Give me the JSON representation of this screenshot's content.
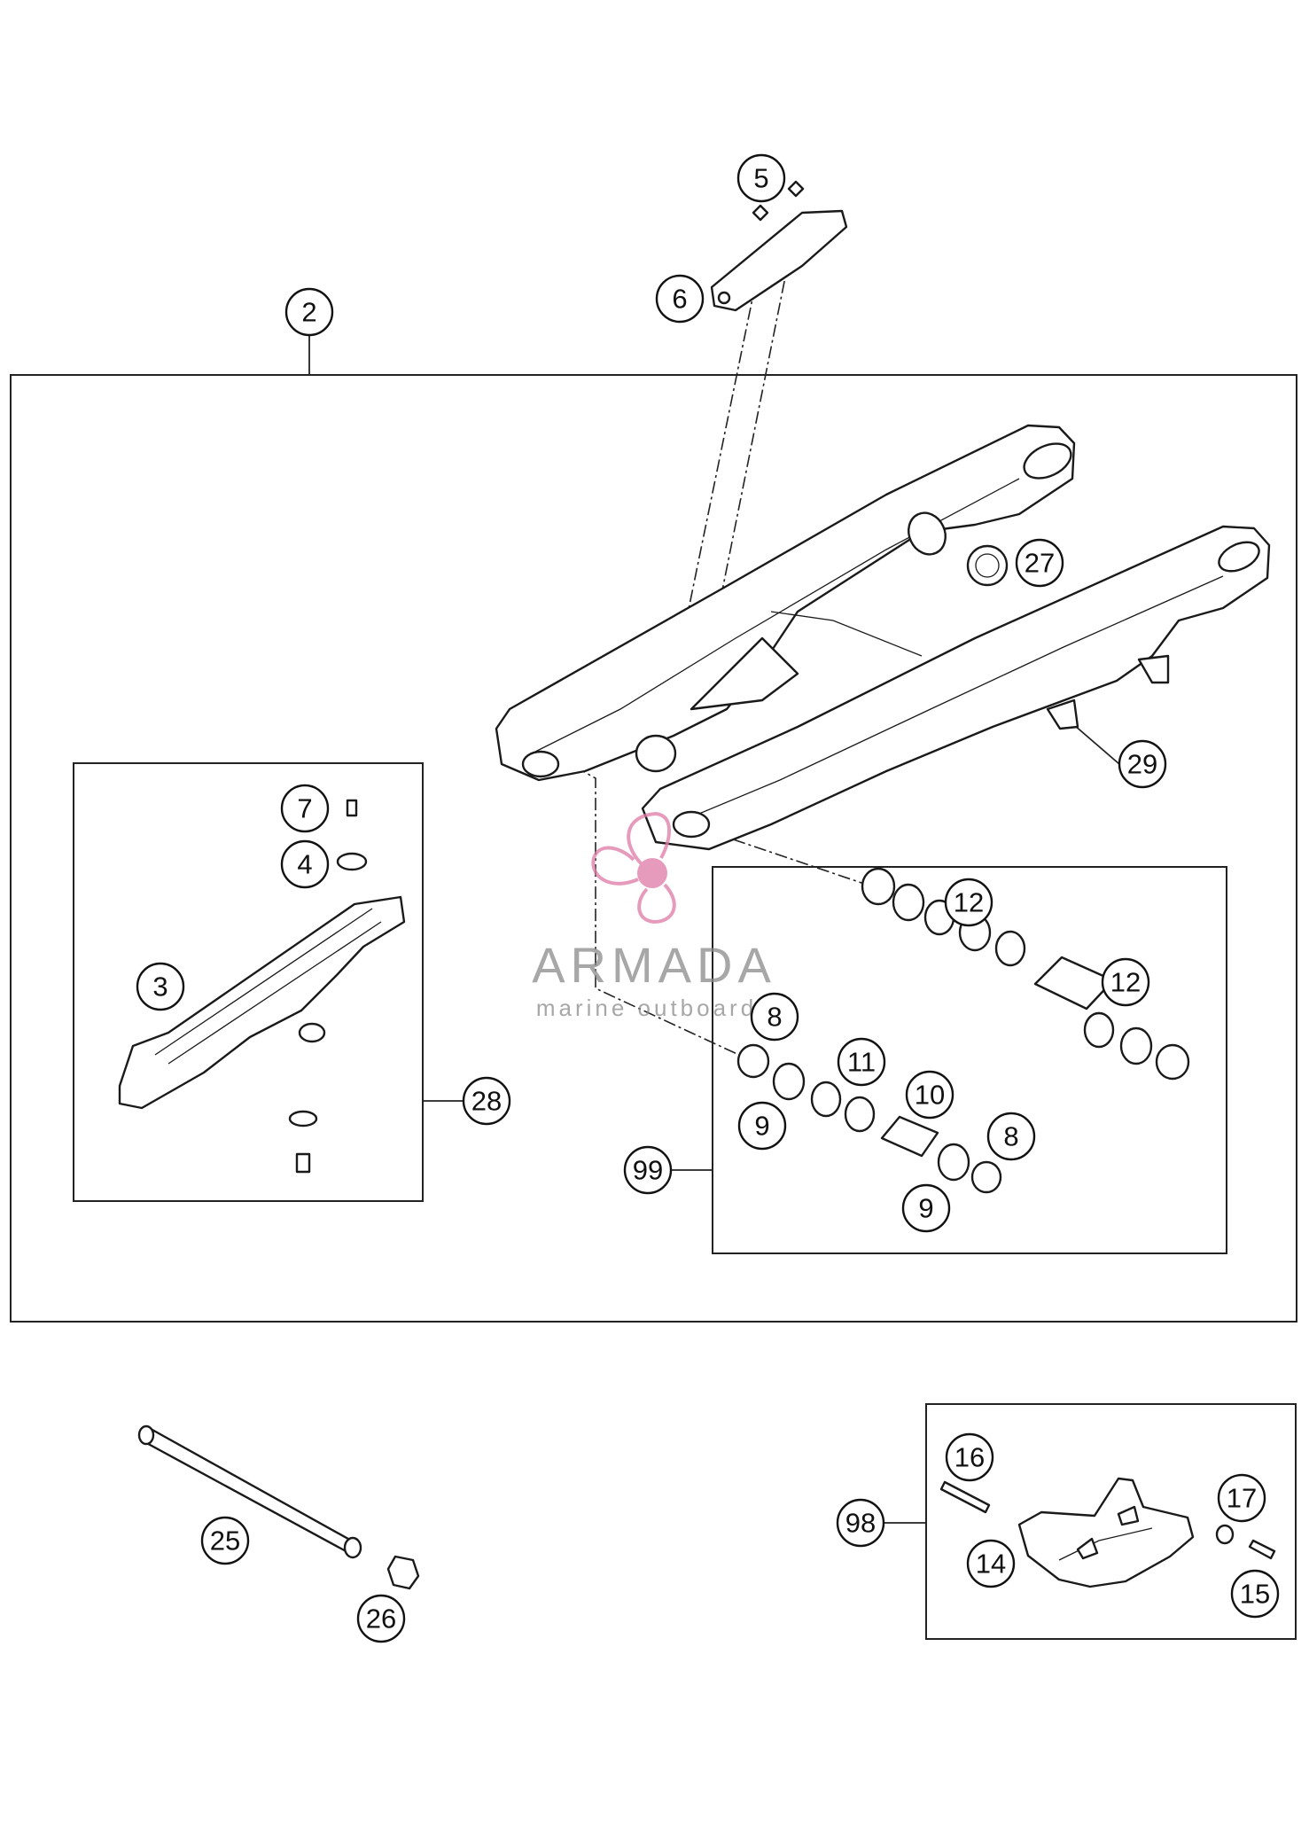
{
  "callouts": {
    "c2": "2",
    "c3": "3",
    "c4": "4",
    "c5": "5",
    "c6": "6",
    "c7": "7",
    "c8a": "8",
    "c8b": "8",
    "c9a": "9",
    "c9b": "9",
    "c10": "10",
    "c11": "11",
    "c12a": "12",
    "c12b": "12",
    "c14": "14",
    "c15": "15",
    "c16": "16",
    "c17": "17",
    "c25": "25",
    "c26": "26",
    "c27": "27",
    "c28": "28",
    "c29": "29",
    "c98": "98",
    "c99": "99"
  },
  "watermark": {
    "brand": "ARMADA",
    "tagline": "marine outboards",
    "logo_color": "#e07aa6",
    "text_color": "#8a8a8a"
  }
}
